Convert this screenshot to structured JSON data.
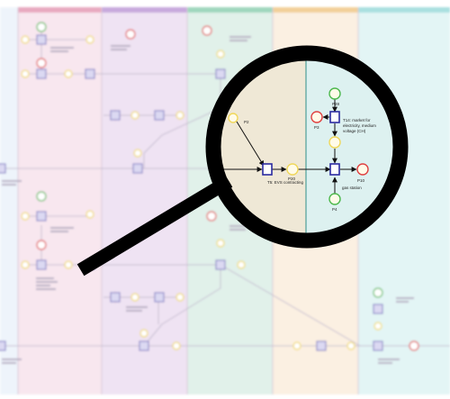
{
  "diagram": {
    "lane_colors": [
      "#f8e7ef",
      "#efe3f3",
      "#e1f1ea",
      "#fbf0e2",
      "#e3f5f5"
    ],
    "lane_header_colors": [
      "#e8a9c0",
      "#c7a9dd",
      "#9fd7bd",
      "#f2d09a",
      "#a9e0e0"
    ],
    "place_color": "#f0d85a",
    "transition_color": "#2a2aa0",
    "start_place_color": "#4cb84c",
    "end_place_color": "#e04040"
  },
  "magnifier": {
    "left_lane_color": "#efe8d6",
    "right_lane_color": "#ddf1f0",
    "divider_color": "#2f8f8a",
    "labels": {
      "p2": "P2",
      "p20": "P20",
      "p28": "P28",
      "p10": "P10",
      "p4": "P4",
      "p3": "P3",
      "t5": "T5: EVS contracting",
      "t14_line1": "T14: market for",
      "t14_line2": "electricity, medium",
      "t14_line3": "voltage (CH)",
      "gas_line1": "gas station"
    }
  }
}
